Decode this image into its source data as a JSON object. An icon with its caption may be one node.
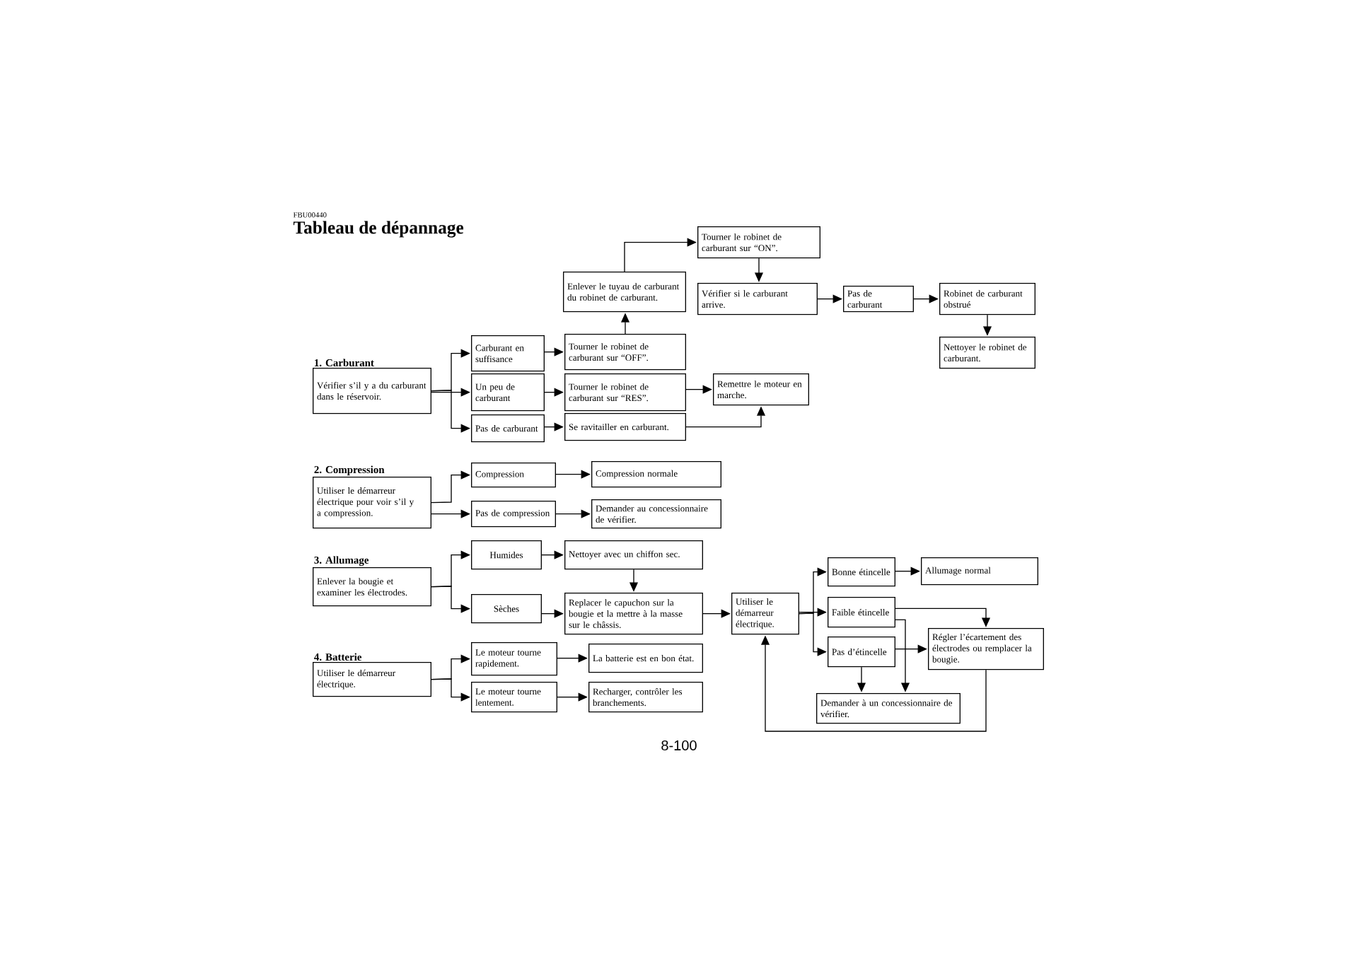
{
  "diagram": {
    "title": "Tableau de dépannage",
    "nodes": [
      {
        "text": [
          "1. Carburant",
          "Vérifier s’il y a du carburant dans le réservoir."
        ]
      },
      {
        "text": [
          "Carburant en suffisance"
        ]
      },
      {
        "text": [
          "Un peu de carburant"
        ]
      },
      {
        "text": [
          "Pas de carburant"
        ]
      },
      {
        "text": [
          "Tourner le robinet de carburant sur “OFF”."
        ]
      },
      {
        "text": [
          "Tourner le robinet de carburant sur “RES”."
        ]
      },
      {
        "text": [
          "Se ravitailler en carburant."
        ]
      },
      {
        "text": [
          "Enlever le tuyau de carburant du robinet de carburant."
        ]
      },
      {
        "text": [
          "Tourner le robinet de carburant sur “ON”."
        ]
      },
      {
        "text": [
          "Vérifier si le carburant arrive."
        ]
      },
      {
        "text": [
          "Remettre le moteur en marche."
        ]
      },
      {
        "text": [
          "Pas de carburant"
        ]
      },
      {
        "text": [
          "Robinet de carburant obstrué"
        ]
      },
      {
        "text": [
          "Nettoyer le robinet de carburant."
        ]
      },
      {
        "text": [
          "2. Compression",
          "Utiliser le démarreur électrique pour voir s’il y a compression."
        ]
      },
      {
        "text": [
          "Compression"
        ]
      },
      {
        "text": [
          "Pas de compression"
        ]
      },
      {
        "text": [
          "Compression normale"
        ]
      },
      {
        "text": [
          "Demander au concessionnaire de vérifier."
        ]
      },
      {
        "text": [
          "3. Allumage",
          "Enlever la bougie et examiner les électrodes."
        ]
      },
      {
        "text": [
          "Humides"
        ]
      },
      {
        "text": [
          "Sèches"
        ]
      },
      {
        "text": [
          "Nettoyer avec un chiffon sec."
        ]
      },
      {
        "text": [
          "Replacer le capuchon sur la bougie et la mettre à la masse sur le châssis."
        ]
      },
      {
        "text": [
          "Utiliser le démarreur électrique."
        ]
      },
      {
        "text": [
          "Bonne étincelle"
        ]
      },
      {
        "text": [
          "Allumage normal"
        ]
      },
      {
        "text": [
          "Faible étincelle"
        ]
      },
      {
        "text": [
          "Pas d’étincelle"
        ]
      },
      {
        "text": [
          "Régler l’écartement des électrodes ou remplacer la bougie."
        ]
      },
      {
        "text": [
          "Demander à un concessionnaire de vérifier."
        ]
      },
      {
        "text": [
          "4. Batterie",
          "Utiliser le démarreur électrique."
        ]
      },
      {
        "text": [
          "Le moteur tourne rapidement."
        ]
      },
      {
        "text": [
          "Le moteur tourne lentement."
        ]
      },
      {
        "text": [
          "La batterie est en bon état."
        ]
      },
      {
        "text": [
          "Recharger, contrôler les branchements."
        ]
      }
    ],
    "edges": [
      {
        "from": 0,
        "to": 1,
        "arrow": "to"
      },
      {
        "from": 0,
        "to": 2,
        "arrow": "to"
      },
      {
        "from": 0,
        "to": 3,
        "arrow": "to"
      },
      {
        "from": 1,
        "to": 4,
        "arrow": "to"
      },
      {
        "from": 2,
        "to": 5,
        "arrow": "to"
      },
      {
        "from": 3,
        "to": 6,
        "arrow": "to"
      },
      {
        "from": 4,
        "to": 7,
        "arrow": "to"
      },
      {
        "from": 7,
        "to": 8,
        "arrow": "to"
      },
      {
        "from": 8,
        "to": 9,
        "arrow": "to"
      },
      {
        "from": 9,
        "to": 11,
        "arrow": "to"
      },
      {
        "from": 11,
        "to": 12,
        "arrow": "to"
      },
      {
        "from": 12,
        "to": 13,
        "arrow": "to"
      },
      {
        "from": 5,
        "to": 10,
        "arrow": "to"
      },
      {
        "from": 6,
        "to": 10,
        "arrow": "to"
      },
      {
        "from": 14,
        "to": 15,
        "arrow": "to"
      },
      {
        "from": 14,
        "to": 16,
        "arrow": "to"
      },
      {
        "from": 15,
        "to": 17,
        "arrow": "to"
      },
      {
        "from": 16,
        "to": 18,
        "arrow": "to"
      },
      {
        "from": 19,
        "to": 20,
        "arrow": "to"
      },
      {
        "from": 19,
        "to": 21,
        "arrow": "to"
      },
      {
        "from": 20,
        "to": 22,
        "arrow": "to"
      },
      {
        "from": 21,
        "to": 23,
        "arrow": "to"
      },
      {
        "from": 22,
        "to": 23,
        "arrow": "to"
      },
      {
        "from": 23,
        "to": 24,
        "arrow": "to"
      },
      {
        "from": 24,
        "to": 25,
        "arrow": "to"
      },
      {
        "from": 24,
        "to": 27,
        "arrow": "to"
      },
      {
        "from": 24,
        "to": 28,
        "arrow": "to"
      },
      {
        "from": 25,
        "to": 26,
        "arrow": "to"
      },
      {
        "from": 27,
        "to": 29,
        "arrow": "to"
      },
      {
        "from": 27,
        "to": 30,
        "arrow": "to"
      },
      {
        "from": 28,
        "to": 29,
        "arrow": "to"
      },
      {
        "from": 28,
        "to": 30,
        "arrow": "to"
      },
      {
        "from": 29,
        "to": 24,
        "arrow": "to"
      },
      {
        "from": 31,
        "to": 32,
        "arrow": "to"
      },
      {
        "from": 31,
        "to": 33,
        "arrow": "to"
      },
      {
        "from": 32,
        "to": 34,
        "arrow": "to"
      },
      {
        "from": 33,
        "to": 35,
        "arrow": "to"
      }
    ],
    "labels": [
      "FBU00440",
      "8-100"
    ]
  }
}
